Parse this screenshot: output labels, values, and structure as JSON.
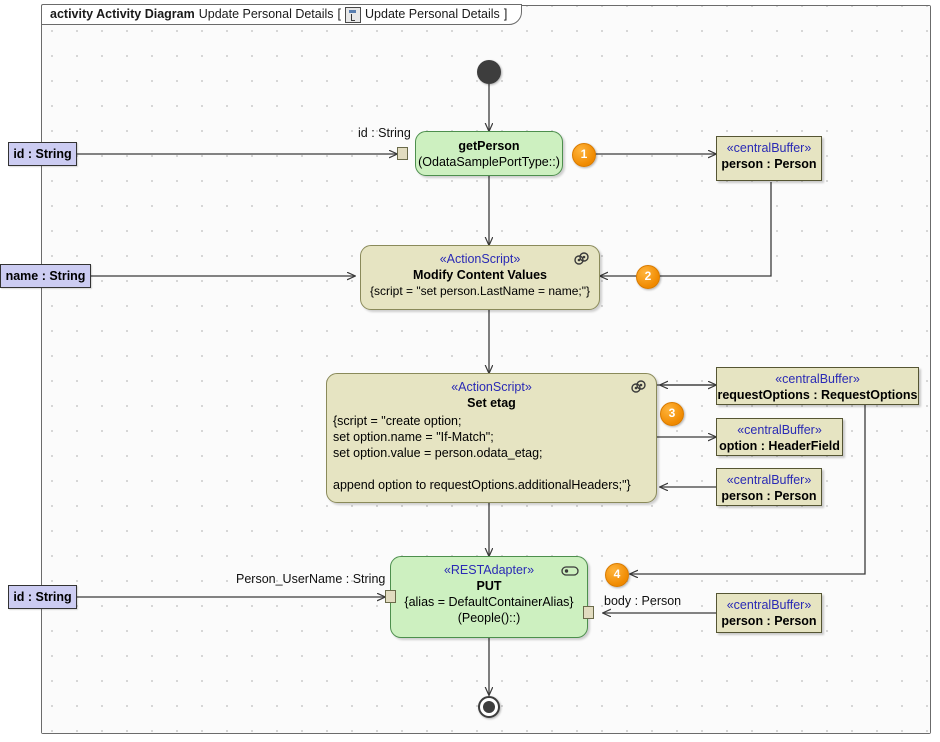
{
  "frame": {
    "keyword": "activity Activity Diagram",
    "name": "Update Personal Details",
    "bracket_open": "[",
    "icon": "activity-diagram-icon",
    "qualified_name": "Update Personal Details",
    "bracket_close": "]"
  },
  "nodes": {
    "initial": {
      "name": "initial-node"
    },
    "final": {
      "name": "activity-final-node"
    },
    "getPerson": {
      "title": "getPerson",
      "subtitle": "(OdataSamplePortType::)",
      "badge": "1"
    },
    "modify": {
      "stereotype": "«ActionScript»",
      "title": "Modify Content Values",
      "script": "{script = \"set person.LastName = name;\"}",
      "badge": "2",
      "icon": "script-icon"
    },
    "setetag": {
      "stereotype": "«ActionScript»",
      "title": "Set etag",
      "script": "{script = \"create option;\nset option.name = \"If-Match\";\nset option.value = person.odata_etag;\n\nappend option to requestOptions.additionalHeaders;\"}",
      "badge": "3",
      "icon": "script-icon"
    },
    "put": {
      "stereotype": "«RESTAdapter»",
      "title": "PUT",
      "alias": "{alias = DefaultContainerAlias}",
      "subtitle": "(People()::)",
      "badge": "4",
      "icon": "rest-adapter-icon"
    }
  },
  "params": [
    {
      "label": "id : String",
      "name": "param-id-top"
    },
    {
      "label": "name : String",
      "name": "param-name"
    },
    {
      "label": "id : String",
      "name": "param-id-bottom"
    }
  ],
  "buffers": [
    {
      "stereotype": "«centralBuffer»",
      "label": "person : Person",
      "name": "buffer-person-top"
    },
    {
      "stereotype": "«centralBuffer»",
      "label": "requestOptions : RequestOptions",
      "name": "buffer-request-options"
    },
    {
      "stereotype": "«centralBuffer»",
      "label": "option : HeaderField",
      "name": "buffer-option"
    },
    {
      "stereotype": "«centralBuffer»",
      "label": "person : Person",
      "name": "buffer-person-mid"
    },
    {
      "stereotype": "«centralBuffer»",
      "label": "person : Person",
      "name": "buffer-person-bottom"
    }
  ],
  "edge_labels": [
    {
      "text": "id : String",
      "name": "edge-label-id-string"
    },
    {
      "text": "Person_UserName : String",
      "name": "edge-label-person-username"
    },
    {
      "text": "body : Person",
      "name": "edge-label-body-person"
    }
  ]
}
